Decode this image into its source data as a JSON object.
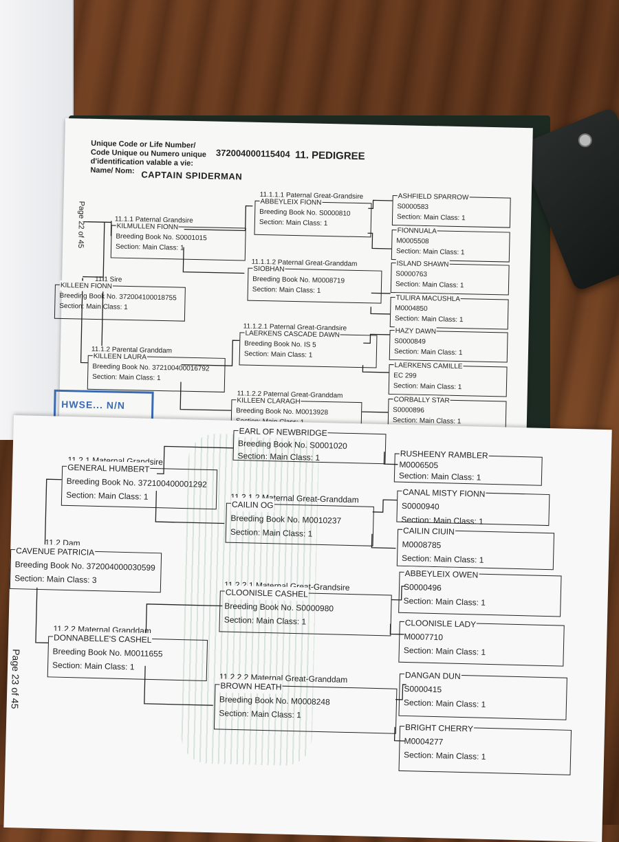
{
  "header": {
    "code_label_en": "Unique Code or Life Number/",
    "code_label_fr1": "Code  Unique ou Numero unique",
    "code_label_fr2": "d'identification valable a vie:",
    "life_number": "372004000115404",
    "section_title": "11. PEDIGREE",
    "name_label": "Name/ Nom:",
    "horse_name": "CAPTAIN SPIDERMAN"
  },
  "page22": {
    "page_marker": "Page 22 of 45",
    "stamp_text": "HWSE... N/N",
    "sire": {
      "label": "11.1 Sire",
      "name": "KILLEEN FIONN",
      "book": "Breeding Book No. 372004100018755",
      "section": "Section: Main Class: 1"
    },
    "grandsire": {
      "label": "11.1.1 Paternal Grandsire",
      "name": "KILMULLEN FIONN",
      "book": "Breeding Book No. S0001015",
      "section": "Section: Main Class: 1"
    },
    "granddam": {
      "label": "11.1.2 Parental Granddam",
      "name": "KILLEEN LAURA",
      "book": "Breeding Book No. 372100400016792",
      "section": "Section: Main Class: 1"
    },
    "gg": [
      {
        "label": "11.1.1.1 Paternal Great-Grandsire",
        "name": "ABBEYLEIX FIONN",
        "book": "Breeding Book No. S0000810",
        "section": "Section: Main Class: 1"
      },
      {
        "label": "11.1.1.2 Paternal Great-Granddam",
        "name": "SIOBHAN",
        "book": "Breeding Book No. M0008719",
        "section": "Section: Main Class: 1"
      },
      {
        "label": "11.1.2.1 Paternal Great-Grandsire",
        "name": "LAERKENS CASCADE DAWN",
        "book": "Breeding Book No. IS 5",
        "section": "Section: Main Class: 1"
      },
      {
        "label": "11.1.2.2 Paternal Great-Granddam",
        "name": "KILLEEN CLARAGH",
        "book": "Breeding Book No. M0013928",
        "section": "Section: Main Class: 1"
      }
    ],
    "ggg": [
      {
        "name": "ASHFIELD SPARROW",
        "book": "S0000583",
        "section": "Section: Main Class: 1"
      },
      {
        "name": "FIONNUALA",
        "book": "M0005508",
        "section": "Section: Main Class: 1"
      },
      {
        "name": "ISLAND SHAWN",
        "book": "S0000763",
        "section": "Section: Main Class: 1"
      },
      {
        "name": "TULIRA MACUSHLA",
        "book": "M0004850",
        "section": "Section: Main Class: 1"
      },
      {
        "name": "HAZY DAWN",
        "book": "S0000849",
        "section": "Section: Main Class: 1"
      },
      {
        "name": "LAERKENS CAMILLE",
        "book": "EC 299",
        "section": "Section: Main Class: 1"
      },
      {
        "name": "CORBALLY STAR",
        "book": "S0000896",
        "section": "Section: Main Class: 1"
      }
    ]
  },
  "page23": {
    "page_marker": "Page 23 of 45",
    "dam": {
      "label": "11.2 Dam",
      "name": "CAVENUE PATRICIA",
      "book": "Breeding Book No. 372004000030599",
      "section": "Section: Main Class: 3"
    },
    "grandsire": {
      "label": "11.2.1 Maternal Grandsire",
      "name": "GENERAL HUMBERT",
      "book": "Breeding Book No. 372100400001292",
      "section": "Section: Main Class: 1"
    },
    "granddam": {
      "label": "11.2.2 Maternal Granddam",
      "name": "DONNABELLE'S CASHEL",
      "book": "Breeding Book No. M0011655",
      "section": "Section: Main Class: 1"
    },
    "gg": [
      {
        "label": "",
        "name": "EARL OF NEWBRIDGE",
        "book": "Breeding Book No. S0001020",
        "section": "Section: Main Class: 1"
      },
      {
        "label": "11.2.1.2  Maternal Great-Granddam",
        "name": "CAILIN OG",
        "book": "Breeding Book No. M0010237",
        "section": "Section: Main Class: 1"
      },
      {
        "label": "11.2.2.1  Maternal Great-Grandsire",
        "name": "CLOONISLE CASHEL",
        "book": "Breeding Book No. S0000980",
        "section": "Section: Main Class: 1"
      },
      {
        "label": "11.2.2.2  Maternal Great-Granddam",
        "name": "BROWN HEATH",
        "book": "Breeding Book No. M0008248",
        "section": "Section: Main Class: 1"
      }
    ],
    "ggg": [
      {
        "name": "RUSHEENY RAMBLER",
        "book": "M0006505",
        "section": "Section: Main Class: 1"
      },
      {
        "name": "CANAL MISTY FIONN",
        "book": "S0000940",
        "section": "Section: Main Class: 1"
      },
      {
        "name": "CAILIN CIUIN",
        "book": "M0008785",
        "section": "Section: Main Class: 1"
      },
      {
        "name": "ABBEYLEIX OWEN",
        "book": "S0000496",
        "section": "Section: Main Class: 1"
      },
      {
        "name": "CLOONISLE LADY",
        "book": "M0007710",
        "section": "Section: Main Class: 1"
      },
      {
        "name": "DANGAN DUN",
        "book": "S0000415",
        "section": "Section: Main Class: 1"
      },
      {
        "name": "BRIGHT CHERRY",
        "book": "M0004277",
        "section": "Section: Main Class: 1"
      }
    ]
  }
}
